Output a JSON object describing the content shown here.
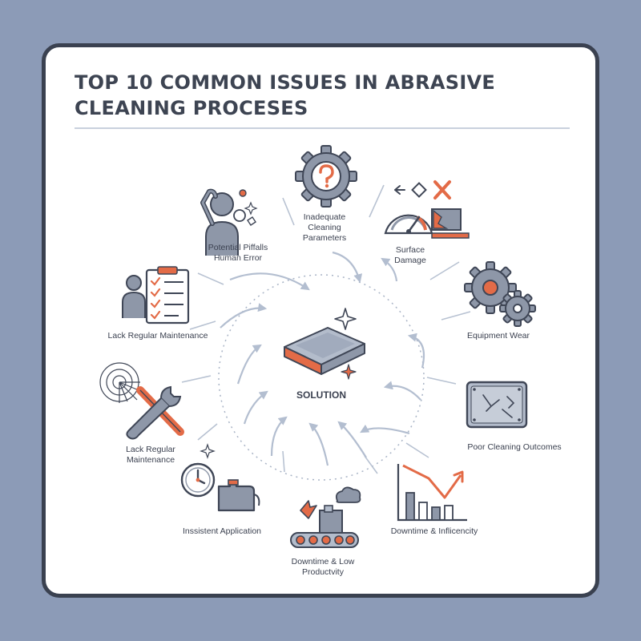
{
  "title": "TOP 10 COMMON ISSUES IN ABRASIVE CLEANING PROCESES",
  "center": {
    "label": "SOLUTION",
    "icon": "metal-plate-sparkle-icon"
  },
  "issues": [
    {
      "label": "Inadequate\nCleaning\nParameters",
      "icon": "gear-question-icon"
    },
    {
      "label": "Surface\nDamage",
      "icon": "gauge-damage-icon"
    },
    {
      "label": "Equipment Wear",
      "icon": "gears-wear-icon"
    },
    {
      "label": "Poor Cleaning Outcomes",
      "icon": "scratched-plate-icon"
    },
    {
      "label": "Downtime & Inflicencity",
      "icon": "declining-chart-icon"
    },
    {
      "label": "Downtime & Low\nProductvity",
      "icon": "conveyor-factory-icon"
    },
    {
      "label": "Inssistent Application",
      "icon": "clock-container-icon"
    },
    {
      "label": "Lack Regular\nMaintenance",
      "icon": "wrench-cobweb-icon"
    },
    {
      "label": "Lack Regular Maintenance",
      "icon": "checklist-worker-icon"
    },
    {
      "label": "Potential Piffalls\nHuman Error",
      "icon": "confused-worker-icon"
    }
  ],
  "colors": {
    "background": "#8c9bb7",
    "card_border": "#3a4150",
    "icon_stroke": "#3f4656",
    "icon_fill": "#8e97a8",
    "accent": "#e36b47",
    "arrow": "#b3bed0"
  }
}
